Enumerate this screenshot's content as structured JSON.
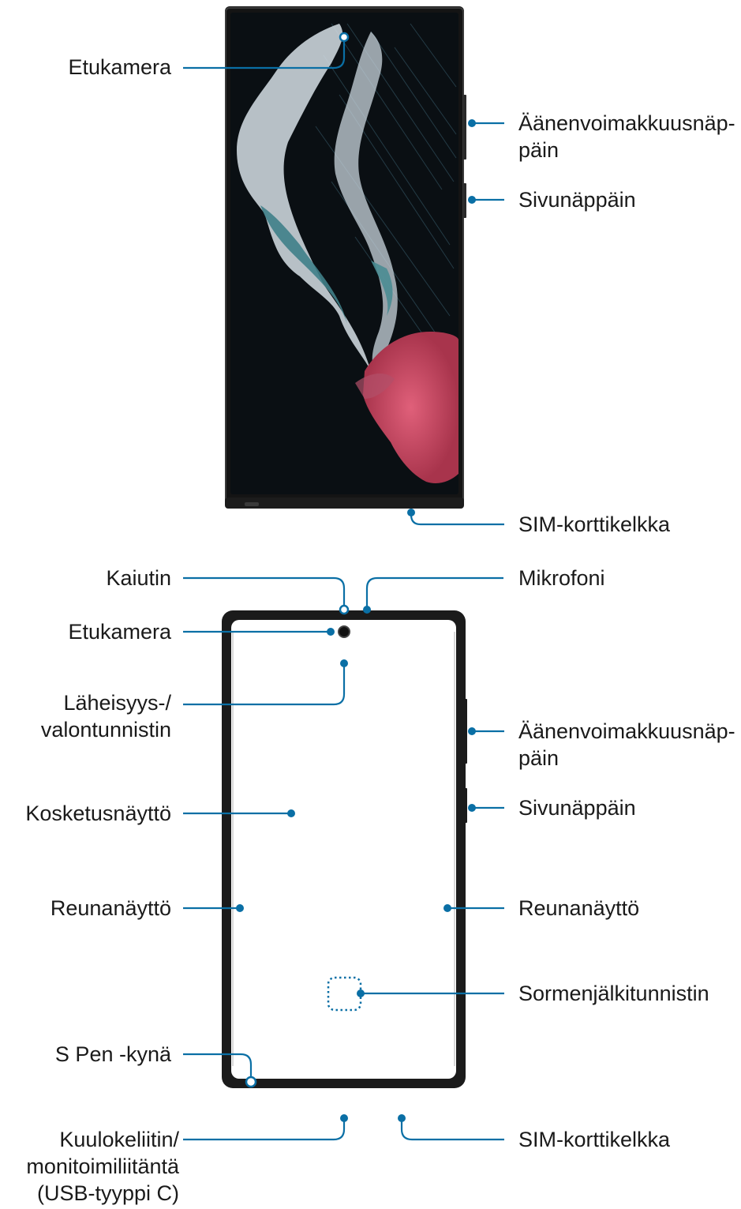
{
  "front_view": {
    "front_camera": "Etukamera",
    "volume_key": [
      "Äänenvoimakkuusnäp-",
      "päin"
    ],
    "side_key": "Sivunäppäin",
    "sim_tray": "SIM-korttikelkka"
  },
  "screen_view": {
    "speaker": "Kaiutin",
    "microphone": "Mikrofoni",
    "front_camera": "Etukamera",
    "proximity_sensor": [
      "Läheisyys-/",
      "valontunnistin"
    ],
    "volume_key": [
      "Äänenvoimakkuusnäp-",
      "päin"
    ],
    "touchscreen": "Kosketusnäyttö",
    "side_key": "Sivunäppäin",
    "edge_screen_left": "Reunanäyttö",
    "edge_screen_right": "Reunanäyttö",
    "fingerprint_sensor": "Sormenjälkitunnistin",
    "s_pen": "S Pen -kynä",
    "earphone_jack": [
      "Kuulokeliitin/",
      "monitoimiliitäntä",
      "(USB-tyyppi C)"
    ],
    "sim_tray": "SIM-korttikelkka"
  },
  "colors": {
    "callout_line": "#0a6fa5",
    "phone_body": "#1b1b1b",
    "screen_bg": "#0b1015",
    "splash_light": "#d9e3ea",
    "splash_teal": "#3f7f86",
    "splash_pink": "#c94b67"
  }
}
